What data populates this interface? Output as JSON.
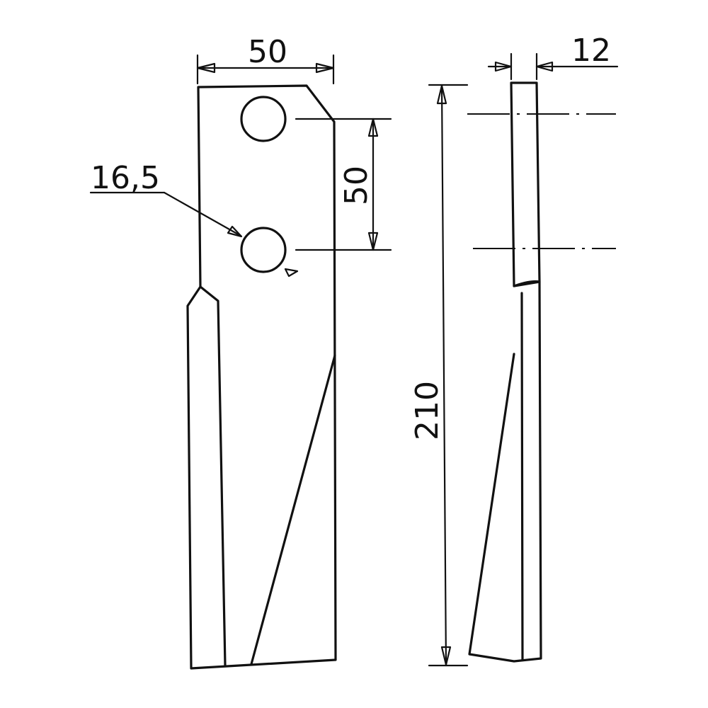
{
  "dimensions": {
    "front_width": "50",
    "hole_spacing": "50",
    "hole_diameter": "16,5",
    "thickness": "12",
    "total_length": "210"
  }
}
